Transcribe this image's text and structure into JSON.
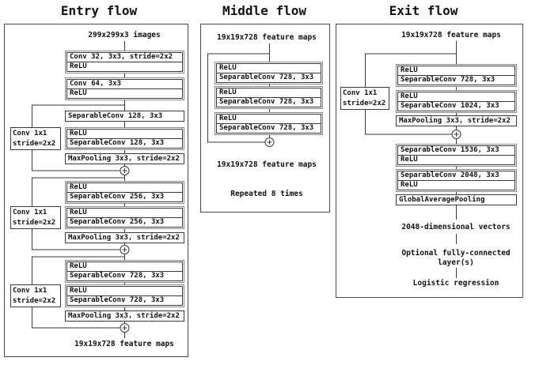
{
  "entry": {
    "title": "Entry flow",
    "input_label": "299x299x3 images",
    "output_label": "19x19x728 feature maps",
    "skip_convs": [
      {
        "line1": "Conv 1x1",
        "line2": "stride=2x2"
      },
      {
        "line1": "Conv 1x1",
        "line2": "stride=2x2"
      },
      {
        "line1": "Conv 1x1",
        "line2": "stride=2x2"
      }
    ],
    "stack": [
      {
        "rows": [
          "Conv 32, 3x3, stride=2x2",
          "ReLU"
        ]
      },
      {
        "rows": [
          "Conv 64, 3x3",
          "ReLU"
        ]
      },
      {
        "rows": [
          "SeparableConv 128, 3x3"
        ]
      },
      {
        "rows": [
          "ReLU",
          "SeparableConv 128, 3x3"
        ]
      },
      {
        "rows": [
          "MaxPooling 3x3, stride=2x2"
        ]
      },
      {
        "rows": [
          "ReLU",
          "SeparableConv 256, 3x3"
        ]
      },
      {
        "rows": [
          "ReLU",
          "SeparableConv 256, 3x3"
        ]
      },
      {
        "rows": [
          "MaxPooling 3x3, stride=2x2"
        ]
      },
      {
        "rows": [
          "ReLU",
          "SeparableConv 728, 3x3"
        ]
      },
      {
        "rows": [
          "ReLU",
          "SeparableConv 728, 3x3"
        ]
      },
      {
        "rows": [
          "MaxPooling 3x3, stride=2x2"
        ]
      }
    ]
  },
  "middle": {
    "title": "Middle flow",
    "input_label": "19x19x728 feature maps",
    "output_label": "19x19x728 feature maps",
    "note": "Repeated 8 times",
    "stack": [
      {
        "rows": [
          "ReLU",
          "SeparableConv 728, 3x3"
        ]
      },
      {
        "rows": [
          "ReLU",
          "SeparableConv 728, 3x3"
        ]
      },
      {
        "rows": [
          "ReLU",
          "SeparableConv 728, 3x3"
        ]
      }
    ]
  },
  "exit": {
    "title": "Exit flow",
    "input_label": "19x19x728 feature maps",
    "skip_conv": {
      "line1": "Conv 1x1",
      "line2": "stride=2x2"
    },
    "stack": [
      {
        "rows": [
          "ReLU",
          "SeparableConv 728, 3x3"
        ]
      },
      {
        "rows": [
          "ReLU",
          "SeparableConv 1024, 3x3"
        ]
      },
      {
        "rows": [
          "MaxPooling 3x3, stride=2x2"
        ]
      },
      {
        "rows": [
          "SeparableConv 1536, 3x3",
          "ReLU"
        ]
      },
      {
        "rows": [
          "SeparableConv 2048, 3x3",
          "ReLU"
        ]
      },
      {
        "rows": [
          "GlobalAveragePooling"
        ]
      }
    ],
    "vector_label": "2048-dimensional vectors",
    "fc_label_line1": "Optional fully-connected",
    "fc_label_line2": "layer(s)",
    "final_label": "Logistic regression"
  },
  "icons": {
    "merge": "plus-in-circle"
  },
  "colors": {
    "line": "#3a3a3a",
    "box_border": "#3a3a3a",
    "group_border": "#8a8a8a",
    "flow_border": "#4a4a4a",
    "background": "#ffffff",
    "text": "#111111"
  }
}
